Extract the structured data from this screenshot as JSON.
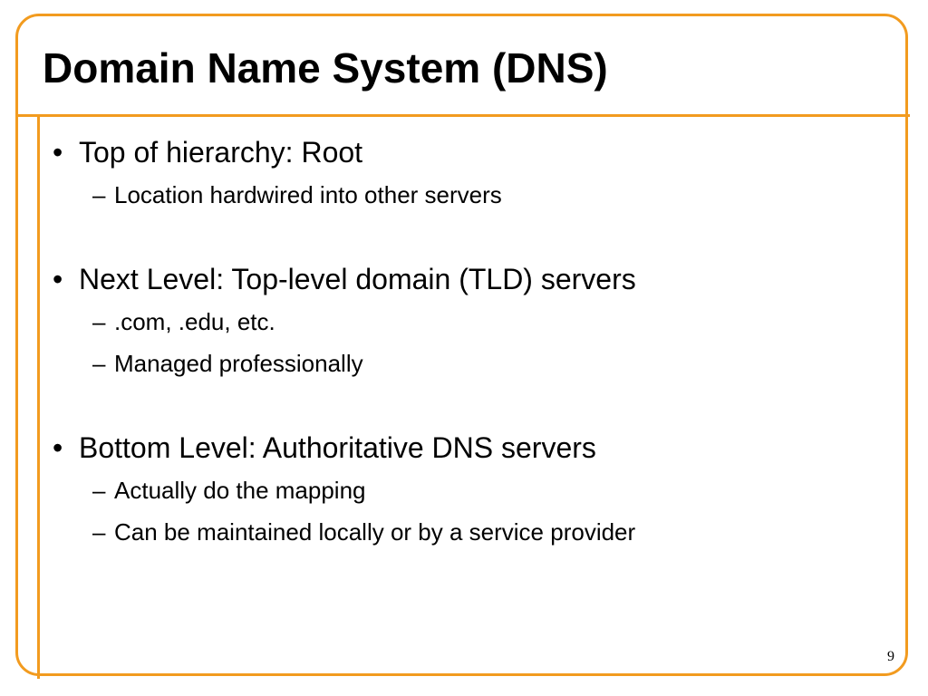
{
  "slide": {
    "title": "Domain Name System (DNS)",
    "page_number": "9",
    "accent_color": "#F29B1F",
    "bullets": [
      {
        "text": "Top of hierarchy: Root",
        "subs": [
          "Location hardwired into other servers"
        ]
      },
      {
        "text": "Next Level: Top-level domain (TLD) servers",
        "subs": [
          ".com, .edu, etc.",
          "Managed professionally"
        ]
      },
      {
        "text": "Bottom Level: Authoritative DNS servers",
        "subs": [
          "Actually do the mapping",
          "Can be maintained locally or by a service provider"
        ]
      }
    ]
  }
}
